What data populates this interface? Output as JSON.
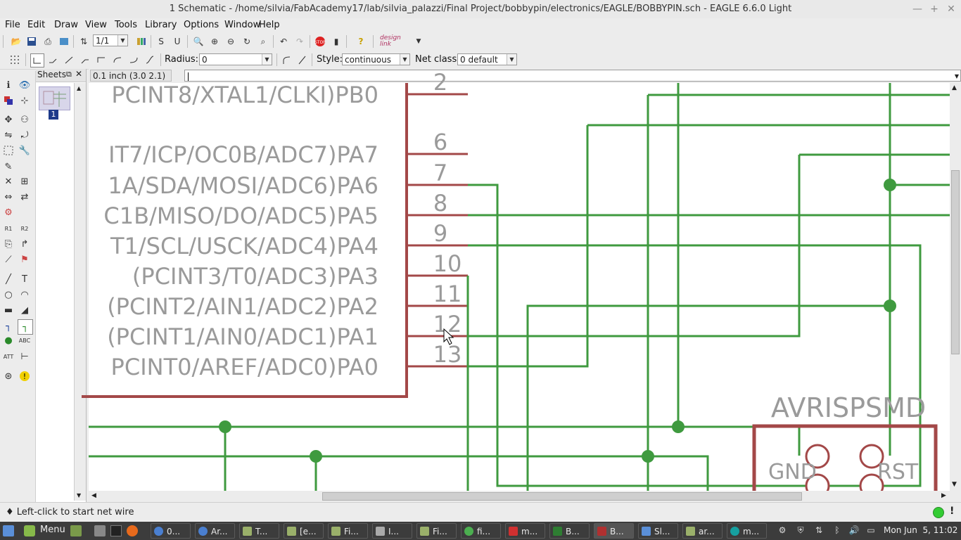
{
  "window": {
    "title": "1 Schematic - /home/silvia/FabAcademy17/lab/silvia_palazzi/Final Project/bobbypin/electronics/EAGLE/BOBBYPIN.sch - EAGLE 6.6.0 Light",
    "minimize": "—",
    "maximize": "+",
    "close": "✕"
  },
  "menu": [
    "File",
    "Edit",
    "Draw",
    "View",
    "Tools",
    "Library",
    "Options",
    "Window",
    "Help"
  ],
  "toolbar1": {
    "sheet_select": "1/1",
    "design_link": "design link"
  },
  "toolbar2": {
    "radius_label": "Radius:",
    "radius_value": "0",
    "style_label": "Style:",
    "style_value": "continuous",
    "netclass_label": "Net class:",
    "netclass_value": "0 default"
  },
  "sheets_panel": {
    "title": "Sheets",
    "sheet_number": "1"
  },
  "coord_bar": {
    "coords": "0.1 inch (3.0 2.1)",
    "command_value": ""
  },
  "schematic": {
    "pin_labels": [
      "PCINT8/XTAL1/CLKI)PB0",
      "IT7/ICP/OC0B/ADC7)PA7",
      "1A/SDA/MOSI/ADC6)PA6",
      "C1B/MISO/DO/ADC5)PA5",
      "T1/SCL/USCK/ADC4)PA4",
      "(PCINT3/T0/ADC3)PA3",
      "(PCINT2/AIN1/ADC2)PA2",
      "(PCINT1/AIN0/ADC1)PA1",
      "PCINT0/AREF/ADC0)PA0"
    ],
    "pin_numbers": [
      "2",
      "6",
      "7",
      "8",
      "9",
      "10",
      "11",
      "12",
      "13"
    ],
    "connector_name": "AVRISPSMD",
    "connector_pins": [
      "GND",
      "RST"
    ]
  },
  "status": {
    "message": "♦ Left-click to start net wire",
    "stop_icon": "!"
  },
  "taskbar": {
    "menu_label": "Menu",
    "tasks": [
      "0...",
      "Ar...",
      "T...",
      "[e...",
      "Fi...",
      "I...",
      "Fi...",
      "fi...",
      "m...",
      "B...",
      "B...",
      "Sl...",
      "ar...",
      "m..."
    ],
    "clock": "Mon Jun  5, 11:02"
  },
  "colors": {
    "wire": "#3f9a3f",
    "part_outline": "#a34848",
    "pin_text": "#9a9a9a"
  }
}
